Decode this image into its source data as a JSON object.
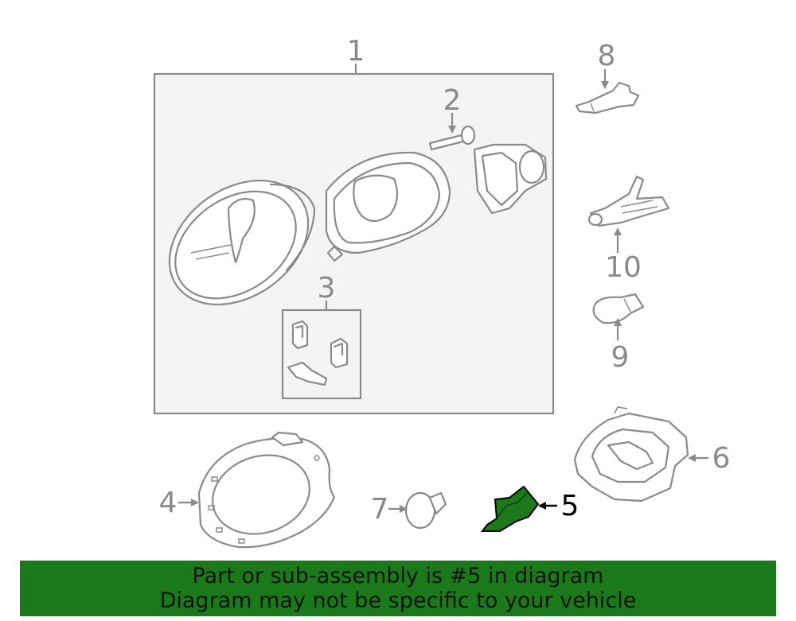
{
  "colors": {
    "highlight": "#1a7a1a",
    "banner_background": "#1a7a1a",
    "banner_text": "#111111",
    "part_stroke": "#8a8a8a",
    "assembly_box_fill": "#f4f4f4"
  },
  "callouts": {
    "c1": "1",
    "c2": "2",
    "c3": "3",
    "c4": "4",
    "c5": "5",
    "c6": "6",
    "c7": "7",
    "c8": "8",
    "c9": "9",
    "c10": "10"
  },
  "highlighted_part": "5",
  "banner": {
    "line1": "Part or sub-assembly is #5 in diagram",
    "line2": "Diagram may not be specific to your vehicle"
  }
}
